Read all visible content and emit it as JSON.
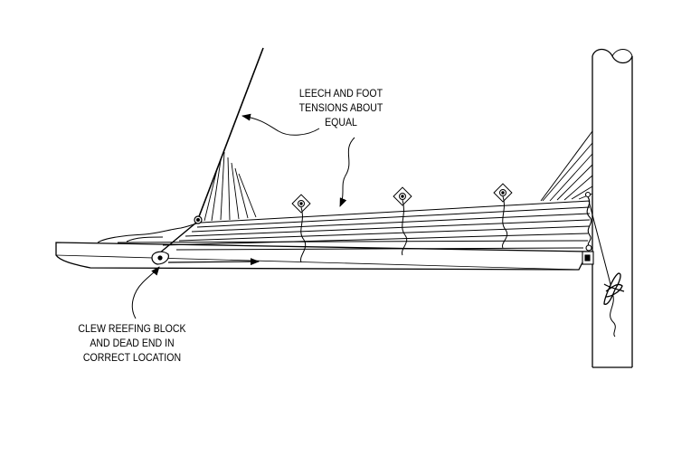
{
  "diagram": {
    "callouts": {
      "leech_foot": {
        "lines": [
          "LEECH AND FOOT",
          "TENSIONS ABOUT",
          "EQUAL"
        ]
      },
      "clew_block": {
        "lines": [
          "CLEW REEFING BLOCK",
          "AND DEAD END IN",
          "CORRECT LOCATION"
        ]
      }
    },
    "colors": {
      "ink": "#000000",
      "background": "#ffffff"
    },
    "icons": [
      "reef-point-icon",
      "clew-block-icon",
      "cleat-icon",
      "gooseneck-icon"
    ]
  }
}
